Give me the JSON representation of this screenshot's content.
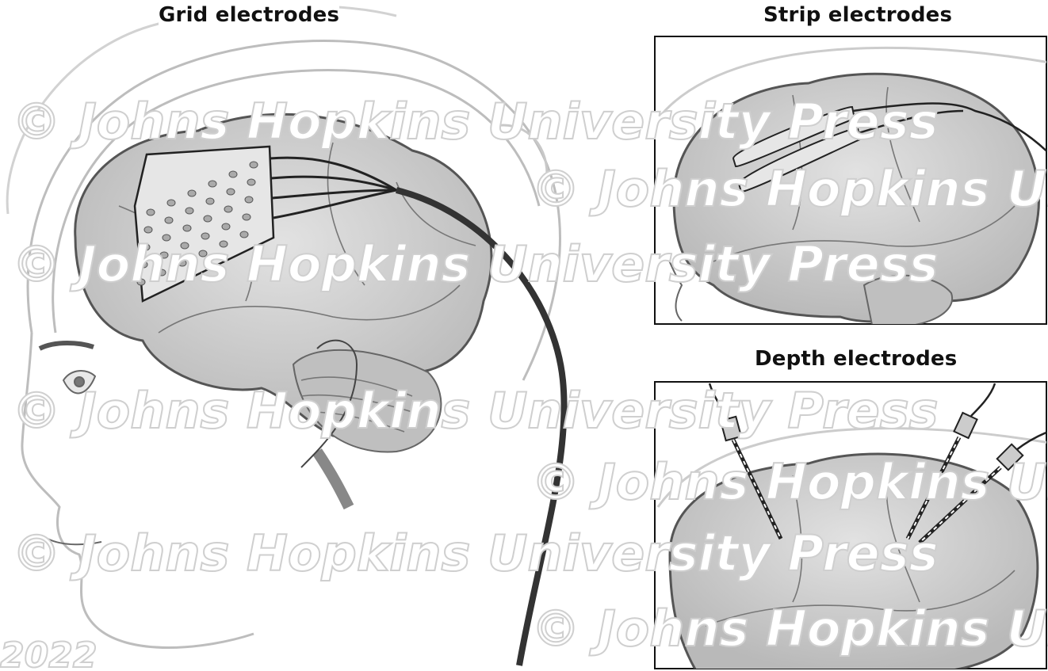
{
  "titles": {
    "grid": "Grid electrodes",
    "strip": "Strip electrodes",
    "depth": "Depth electrodes"
  },
  "watermark": {
    "text": "© Johns Hopkins University Press",
    "year": "2022"
  },
  "colors": {
    "brain": "#cfcfcf",
    "outline": "#555555",
    "cable": "#333333",
    "watermark": "#cfcfcf"
  }
}
